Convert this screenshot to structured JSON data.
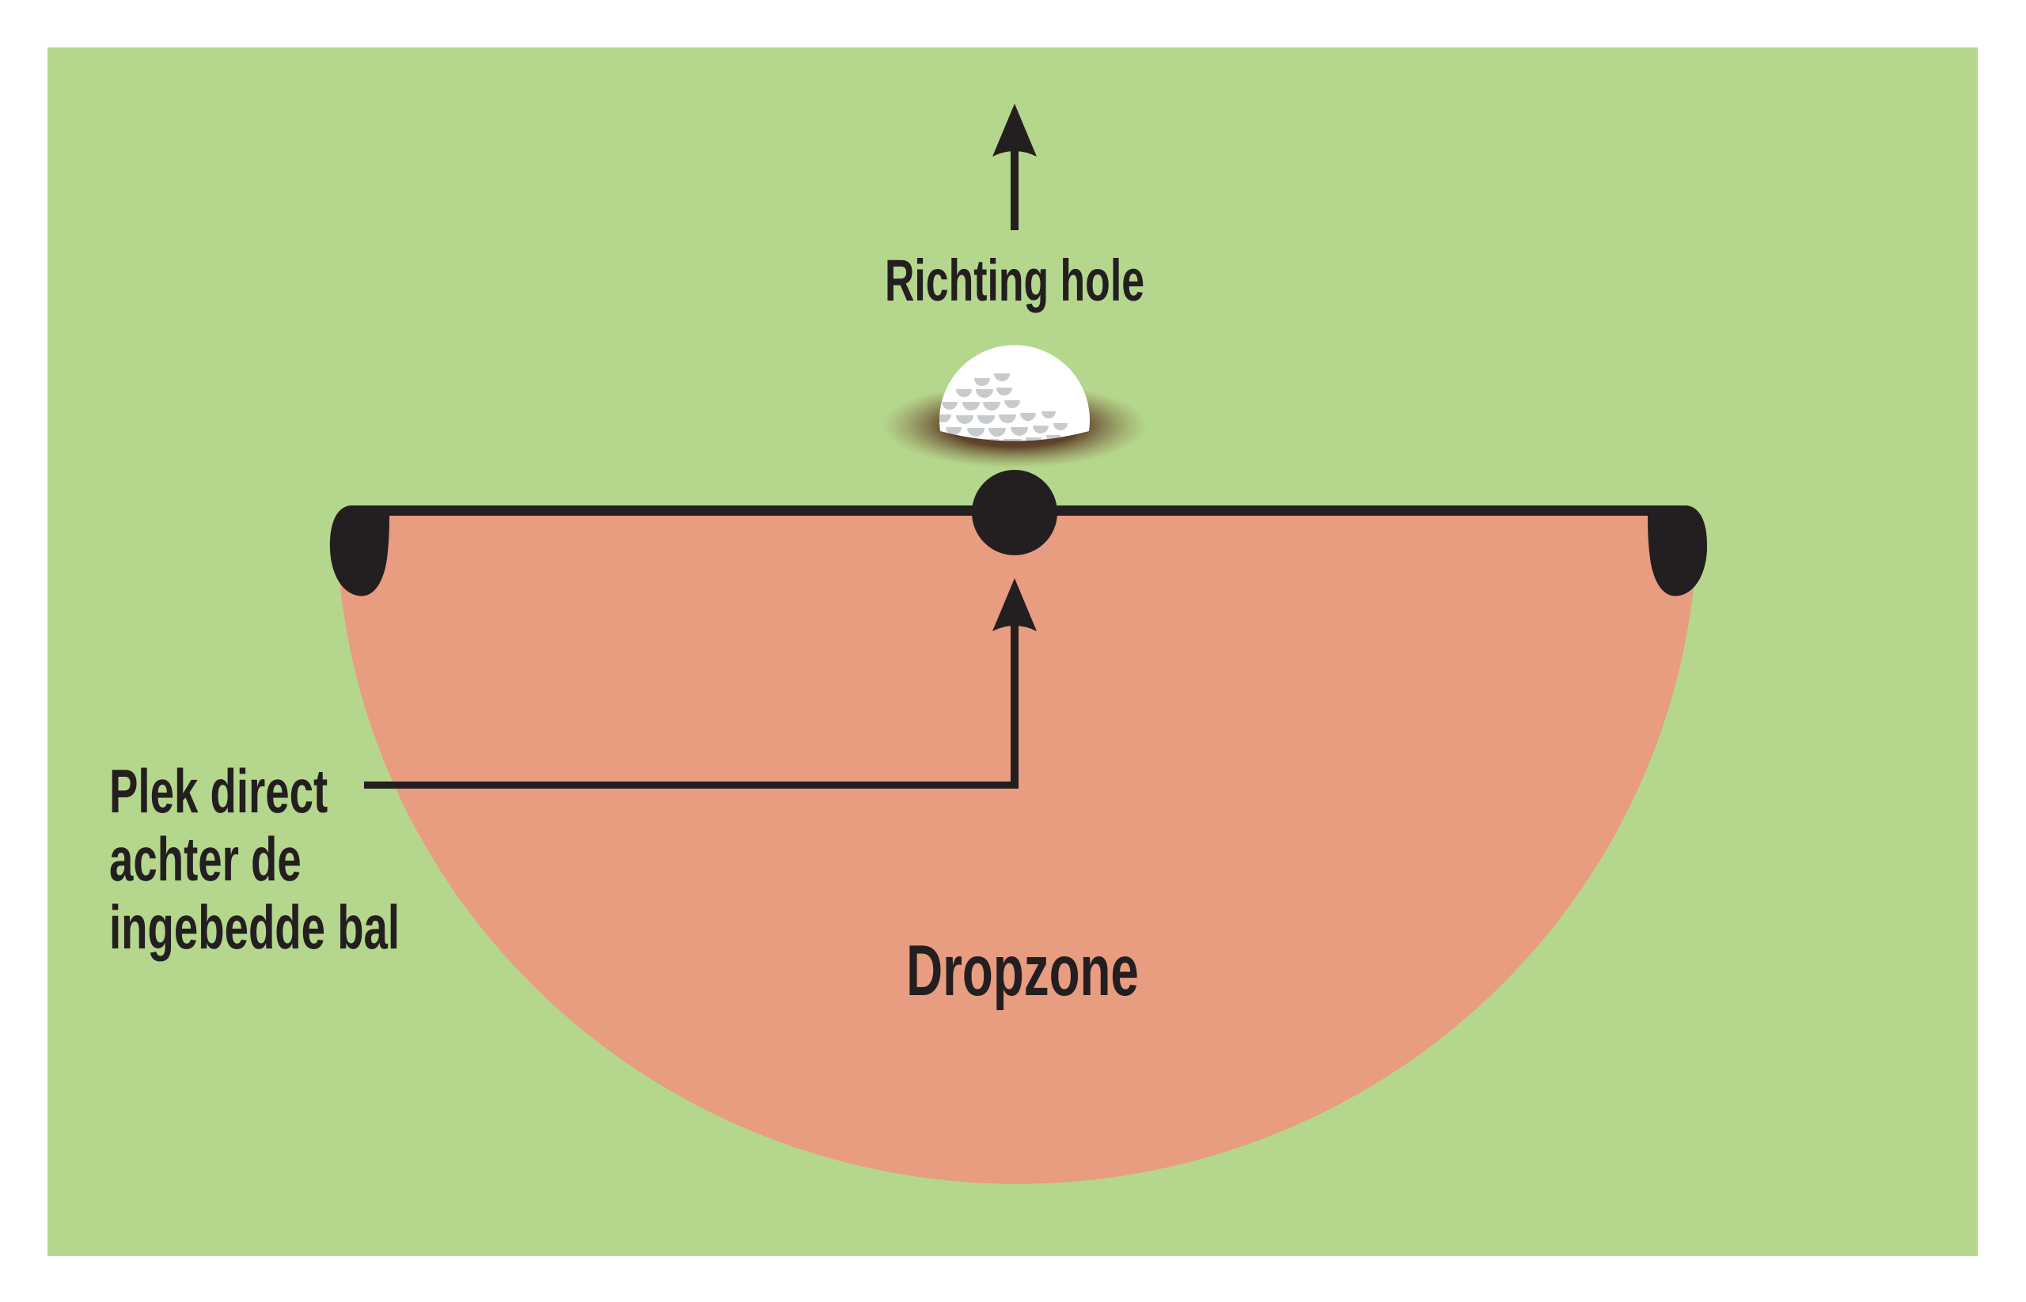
{
  "labels": {
    "direction": "Richting hole",
    "dropzone": "Dropzone",
    "spot": [
      "Plek direct",
      "achter de",
      "ingebedde bal"
    ]
  },
  "colors": {
    "field-green": "#b5d78d",
    "dropzone-salmon": "#e89c80",
    "ink-black": "#231f20",
    "ball-white": "#ffffff",
    "dimple-gray": "#c8cbcd",
    "pitchmark-brown": "#5b3b25"
  }
}
